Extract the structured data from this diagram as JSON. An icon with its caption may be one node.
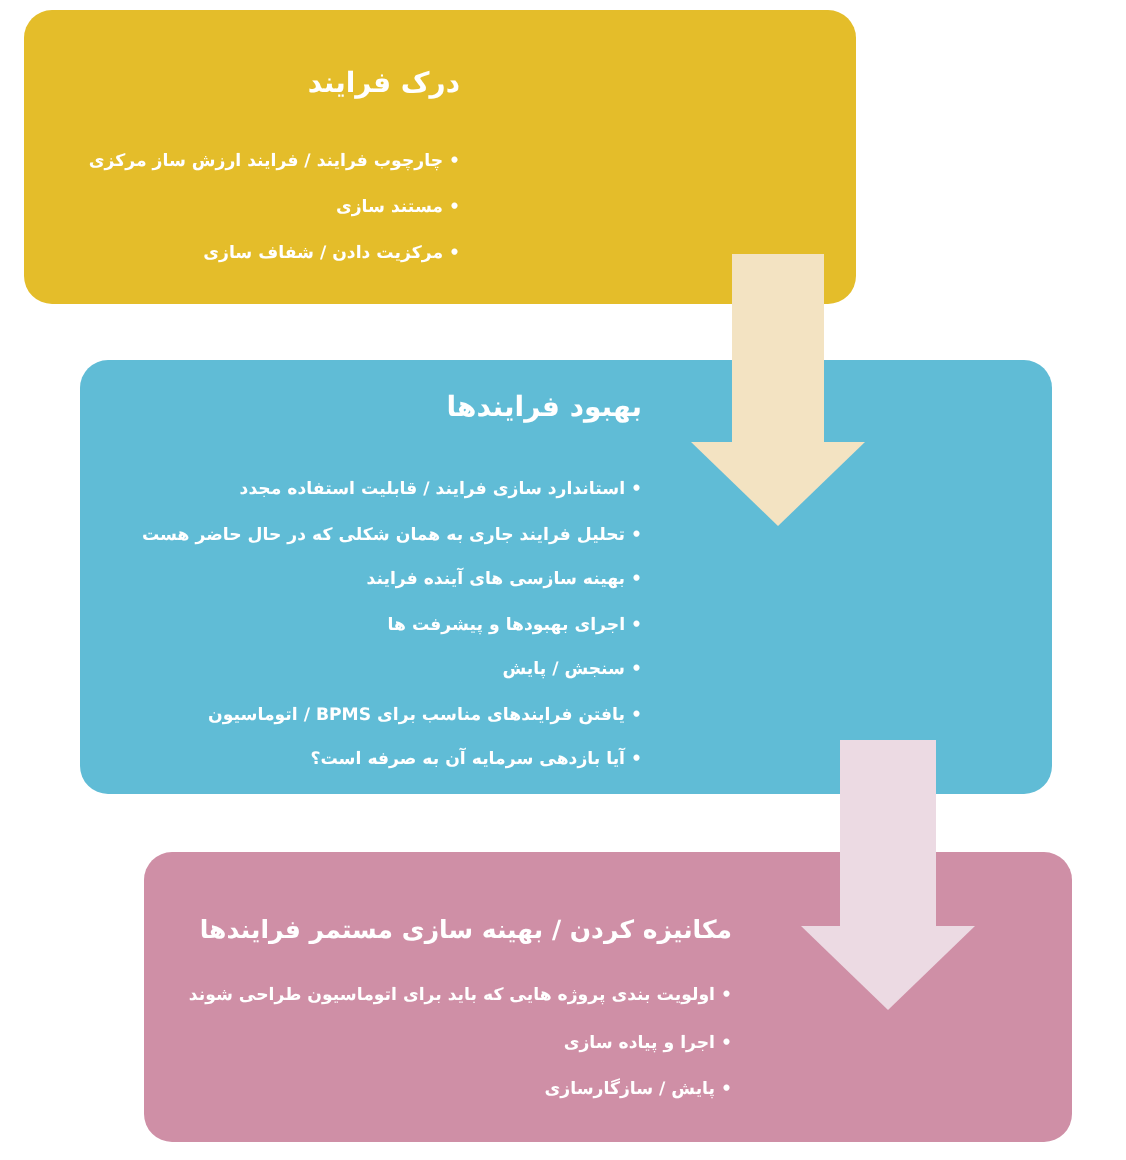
{
  "diagram": {
    "nodes": [
      {
        "text": [
          "درک فرایند",
          "• چارچوب فرایند / فرایند ارزش ساز مرکزی",
          "• مستند سازی",
          "• مرکزیت دادن / شفاف سازی"
        ]
      },
      {
        "text": [
          "بهبود فرایندها",
          "• استاندارد سازی فرایند / قابلیت استفاده مجدد",
          "• تحلیل فرایند جاری به همان شکلی که در حال حاضر هست",
          "• بهینه سازسی های آینده فرایند",
          "• اجرای بهبودها و پیشرفت ها",
          "• سنجش / پایش",
          "• یافتن فرایندهای مناسب برای BPMS / اتوماسیون",
          "• آیا بازدهی سرمایه آن به صرفه است؟"
        ]
      },
      {
        "text": [
          "مکانیزه کردن / بهینه سازی مستمر فرایندها",
          "• اولویت بندی پروژه هایی که باید برای اتوماسیون طراحی شوند",
          "• اجرا و پیاده سازی",
          "• پایش / سازگارسازی"
        ]
      }
    ],
    "edges": [
      {
        "from": 0,
        "to": 1,
        "arrow": "to"
      },
      {
        "from": 1,
        "to": 2,
        "arrow": "to"
      }
    ]
  }
}
